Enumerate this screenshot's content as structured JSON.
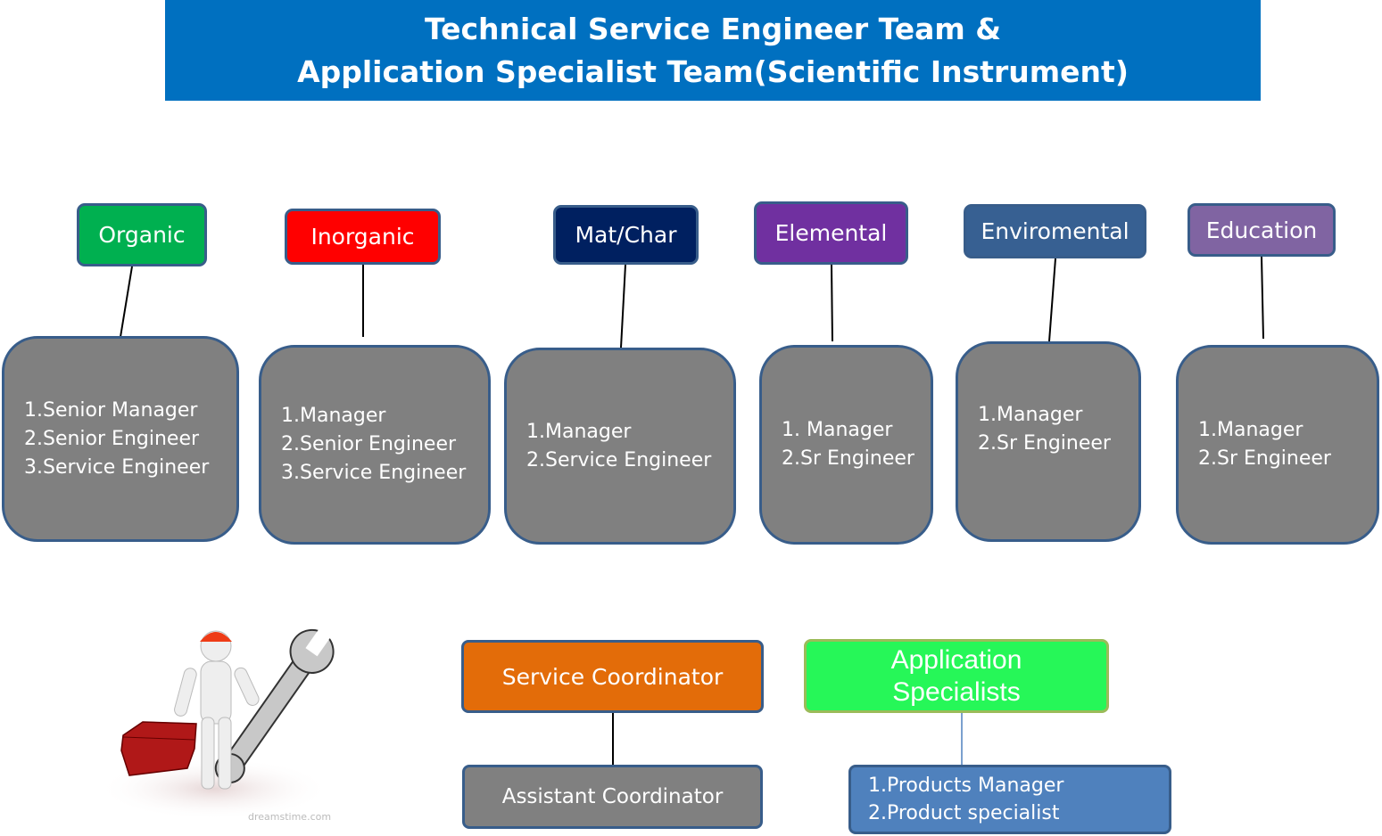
{
  "title": {
    "line1": "Technical Service Engineer Team &",
    "line2": "Application Specialist Team(Scientific Instrument)"
  },
  "teams": [
    {
      "name": "Organic",
      "color": "#00b050",
      "roles": [
        "1.Senior Manager",
        "2.Senior Engineer",
        "3.Service Engineer"
      ]
    },
    {
      "name": "Inorganic",
      "color": "#ff0000",
      "roles": [
        "1.Manager",
        "2.Senior Engineer",
        "3.Service Engineer"
      ]
    },
    {
      "name": "Mat/Char",
      "color": "#002060",
      "roles": [
        "1.Manager",
        "2.Service Engineer"
      ]
    },
    {
      "name": "Elemental",
      "color": "#7030a0",
      "roles": [
        "1. Manager",
        "2.Sr Engineer"
      ]
    },
    {
      "name": "Enviromental",
      "color": "#376092",
      "roles": [
        "1.Manager",
        "2.Sr Engineer"
      ]
    },
    {
      "name": "Education",
      "color": "#8064a2",
      "roles": [
        "1.Manager",
        "2.Sr Engineer"
      ]
    }
  ],
  "service": {
    "coordinator": "Service Coordinator",
    "assistant": "Assistant Coordinator"
  },
  "application": {
    "line1": "Application",
    "line2": "Specialists",
    "roles": [
      "1.Products Manager",
      "2.Product specialist"
    ]
  },
  "illustration": {
    "watermark": "dreamstime.com"
  }
}
